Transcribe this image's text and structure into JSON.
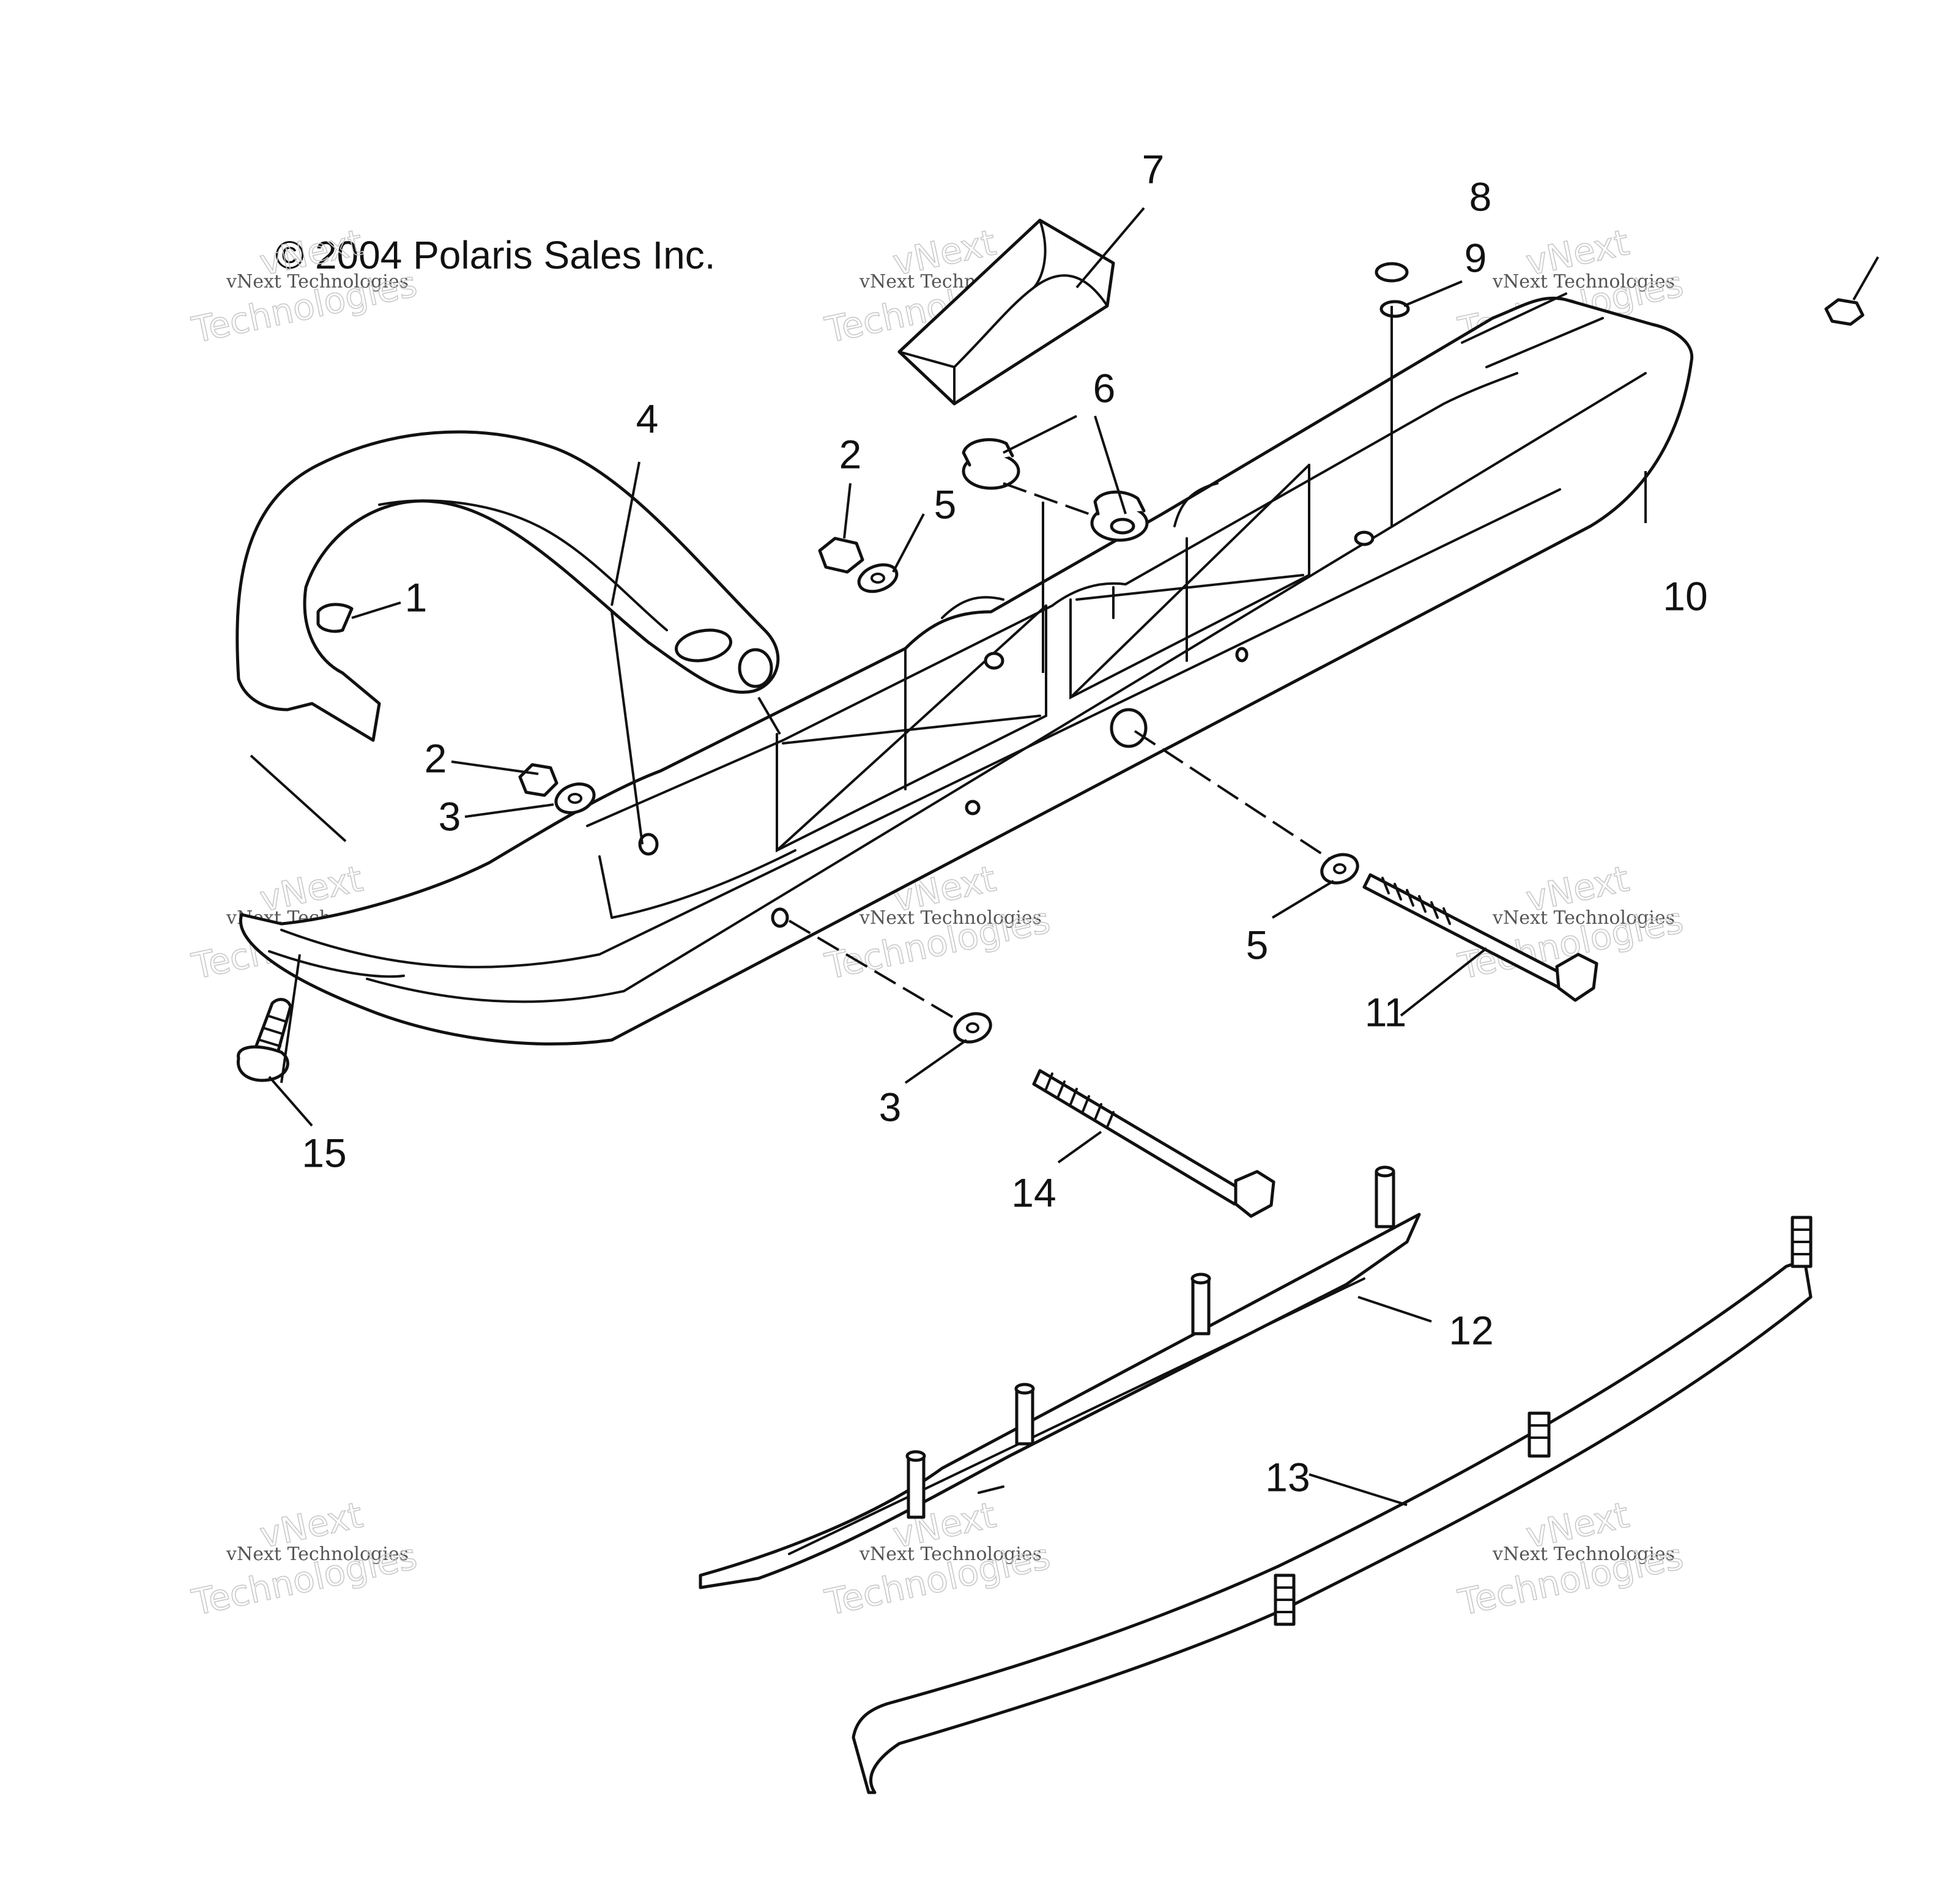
{
  "copyright": "© 2004 Polaris Sales Inc.",
  "watermark": {
    "line1": "vNext Technologies",
    "line2": "vNext",
    "line3": "Technologies"
  },
  "callouts": [
    "1",
    "2",
    "2",
    "3",
    "3",
    "4",
    "5",
    "5",
    "6",
    "7",
    "8",
    "9",
    "10",
    "11",
    "12",
    "13",
    "14",
    "15"
  ]
}
